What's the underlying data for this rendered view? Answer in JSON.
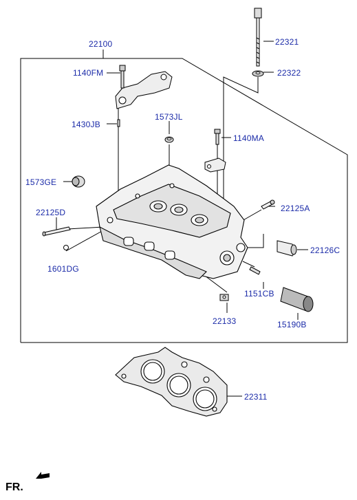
{
  "labels": {
    "assembly": "22100",
    "bolt_long": "22321",
    "washer": "22322",
    "bolt_bracket": "1140FM",
    "pin": "1430JB",
    "plug_small": "1573JL",
    "bolt_cam": "1140MA",
    "plug_large": "1573GE",
    "stud_left": "22125D",
    "stud_right": "22125A",
    "guide_right": "22126C",
    "dowel": "1601DG",
    "bolt_small": "1151CB",
    "guide_bottom": "22133",
    "lifter": "15190B",
    "gasket": "22311"
  },
  "front_marker": "FR."
}
